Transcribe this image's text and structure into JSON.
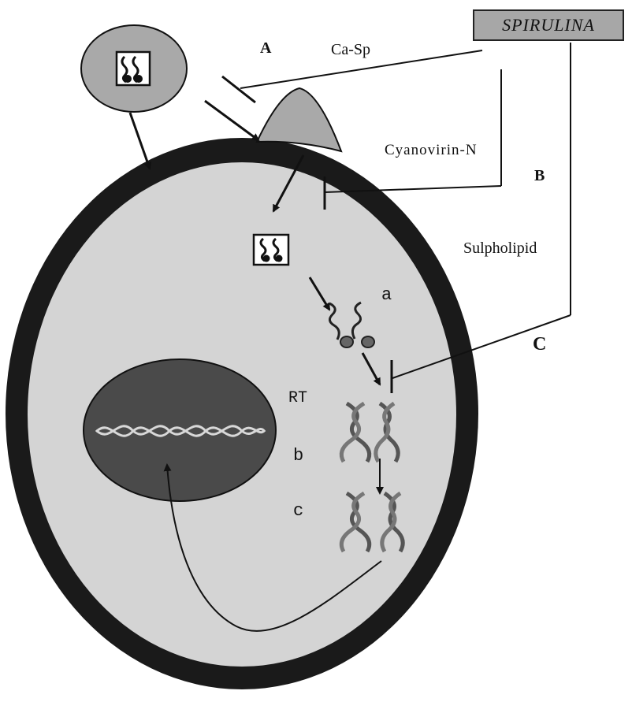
{
  "source_box": {
    "label": "SPIRULINA"
  },
  "inhibitors": {
    "A": {
      "letter": "A",
      "agent": "Ca-Sp"
    },
    "B": {
      "letter": "B",
      "agent": "Cyanovirin-N"
    },
    "C": {
      "letter": "C",
      "agent": "Sulpholipid"
    }
  },
  "steps": {
    "a": "a",
    "rt": "RT",
    "b": "b",
    "c": "c"
  },
  "colors": {
    "membrane": "#1a1a1a",
    "cytoplasm": "#d4d4d4",
    "nucleus": "#4a4a4a",
    "virus": "#a9a9a9",
    "receptor": "#a9a9a9",
    "box": "#a7a7a7",
    "line": "#111111"
  }
}
